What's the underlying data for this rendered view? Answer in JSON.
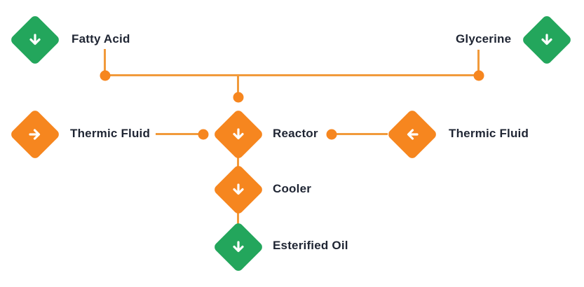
{
  "diagram": {
    "type": "process-flow",
    "nodes": {
      "fatty_acid": {
        "label": "Fatty Acid",
        "icon": "arrow-down-icon",
        "color": "#23A65C"
      },
      "glycerine": {
        "label": "Glycerine",
        "icon": "arrow-down-icon",
        "color": "#23A65C"
      },
      "thermic_fluid_left": {
        "label": "Thermic Fluid",
        "icon": "arrow-right-icon",
        "color": "#F6861F"
      },
      "reactor": {
        "label": "Reactor",
        "icon": "arrow-down-icon",
        "color": "#F6861F"
      },
      "thermic_fluid_right": {
        "label": "Thermic Fluid",
        "icon": "arrow-left-icon",
        "color": "#F6861F"
      },
      "cooler": {
        "label": "Cooler",
        "icon": "arrow-down-icon",
        "color": "#F6861F"
      },
      "esterified_oil": {
        "label": "Esterified Oil",
        "icon": "arrow-down-icon",
        "color": "#23A65C"
      }
    },
    "edges": [
      "fatty_acid -> reactor",
      "glycerine -> reactor",
      "thermic_fluid_left -> reactor",
      "thermic_fluid_right -> reactor",
      "reactor -> cooler",
      "cooler -> esterified_oil"
    ],
    "colors": {
      "green": "#23A65C",
      "orange": "#F6861F",
      "connector_line": "#F19A3B",
      "connector_dot": "#F6861F",
      "text": "#1F2533",
      "background": "#FFFFFF"
    }
  }
}
